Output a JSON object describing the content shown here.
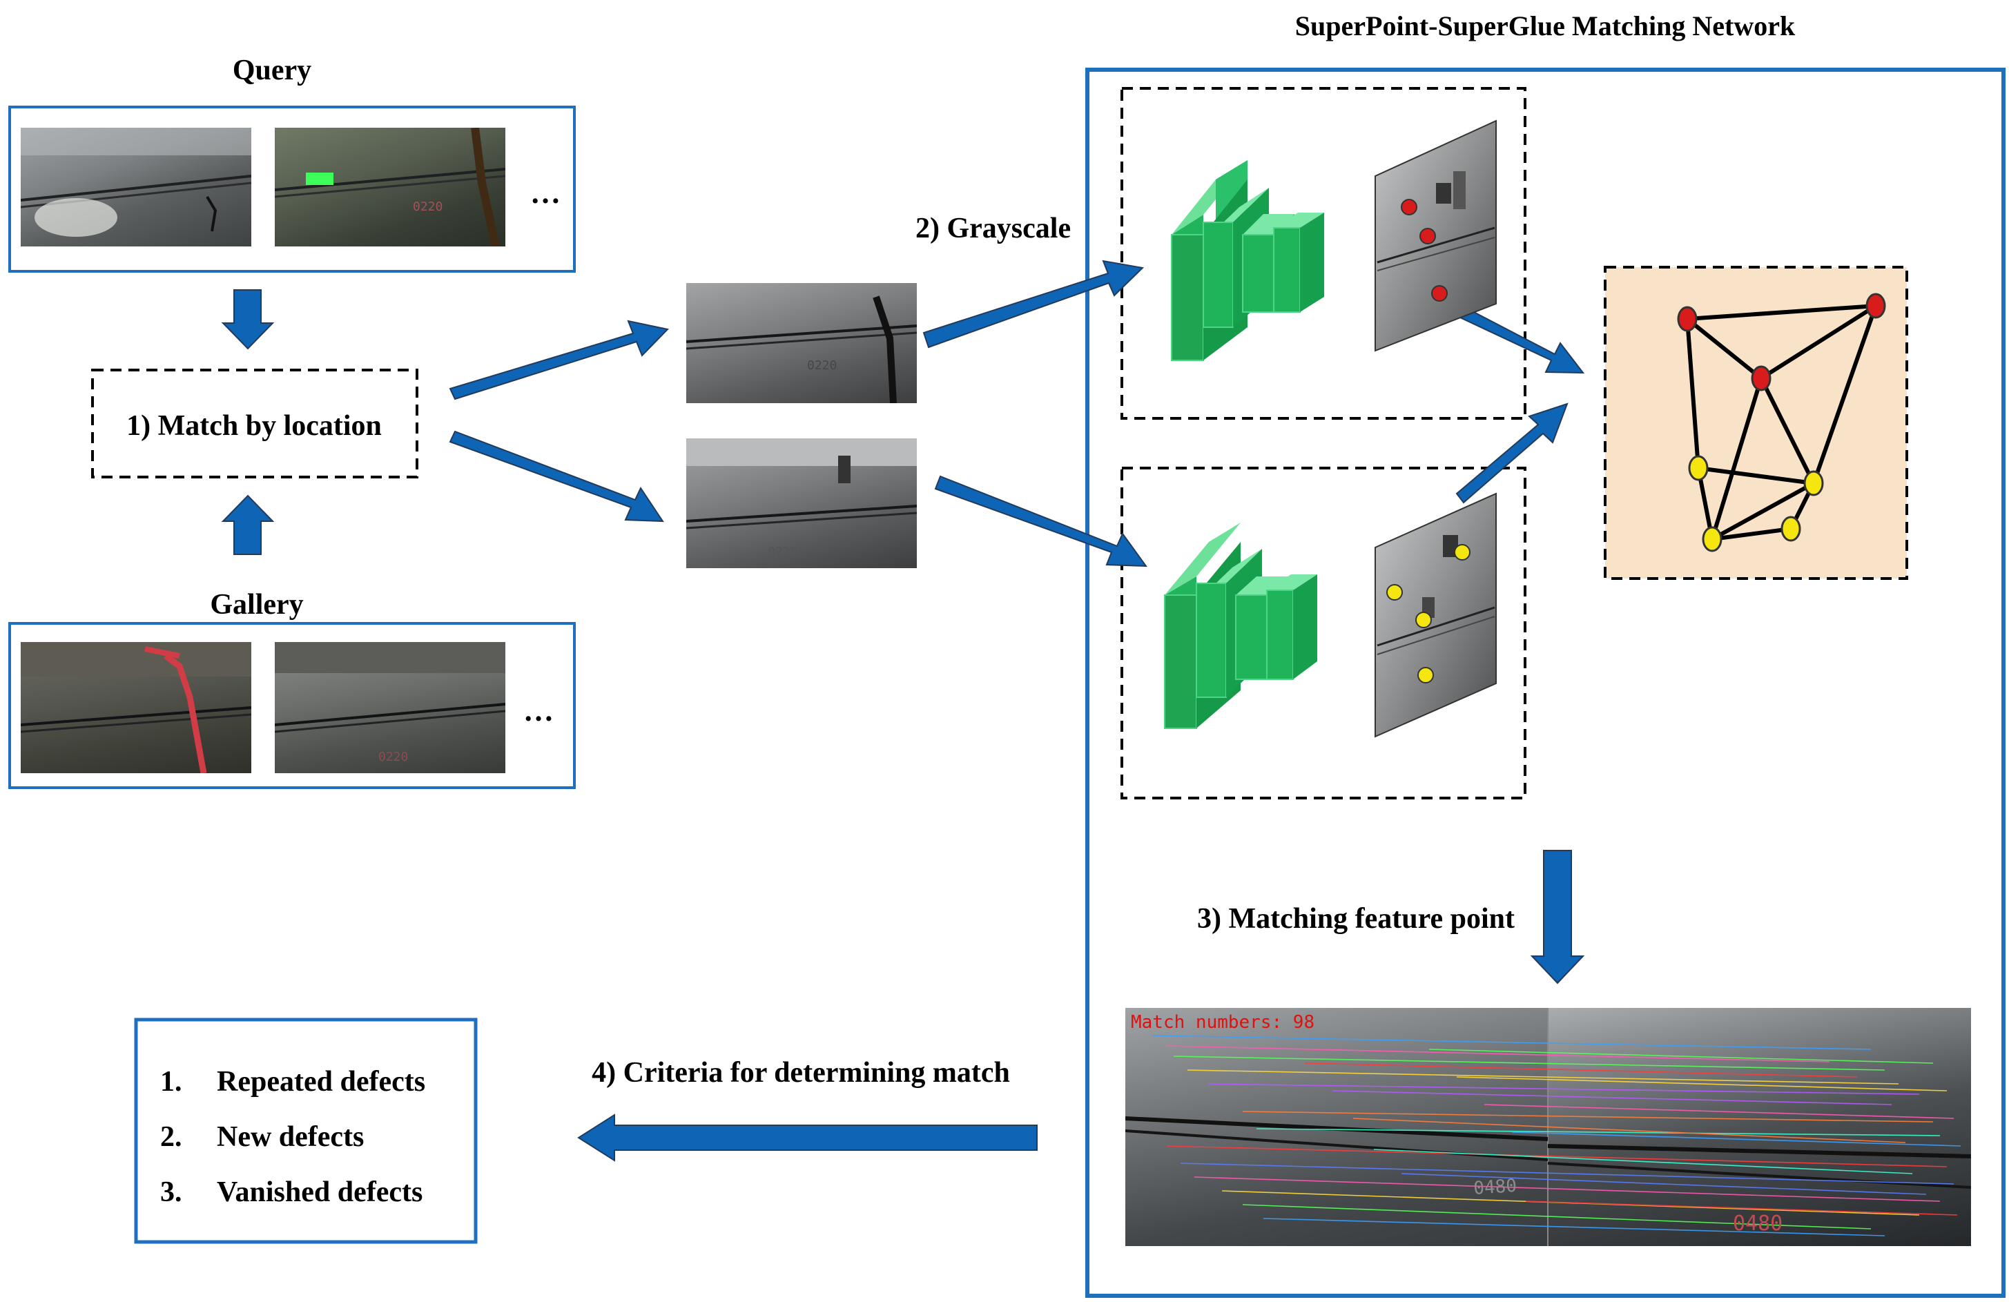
{
  "query_section": {
    "title": "Query",
    "more": "…"
  },
  "gallery_section": {
    "title": "Gallery",
    "more": "…"
  },
  "steps": {
    "match_by_location": "1) Match by location",
    "grayscale": "2) Grayscale",
    "matching_feature_point": "3) Matching feature point",
    "criteria": "4) Criteria for determining match"
  },
  "network": {
    "title": "SuperPoint-SuperGlue Matching Network"
  },
  "match_image": {
    "overlay_text": "Match numbers: 98",
    "overlay_color": "#e01010"
  },
  "photo_labels": {
    "query_marker": "0220",
    "gray_marker": "0220",
    "gallery_marker": "0220",
    "match_marker_left": "0480",
    "match_marker_right": "0480"
  },
  "criteria_list": [
    {
      "num": "1.",
      "text": "Repeated defects"
    },
    {
      "num": "2.",
      "text": "New defects"
    },
    {
      "num": "3.",
      "text": "Vanished defects"
    }
  ],
  "colors": {
    "arrow": "#0e64b5",
    "box_border": "#1f6fbf",
    "cnn_green": "#1fb45a",
    "keypoint_red": "#d81c1c",
    "keypoint_yellow": "#f5e610",
    "graph_bg": "#f8e3c8"
  },
  "icons": [
    "block-arrow",
    "cnn-layers",
    "keypoint-graph"
  ]
}
